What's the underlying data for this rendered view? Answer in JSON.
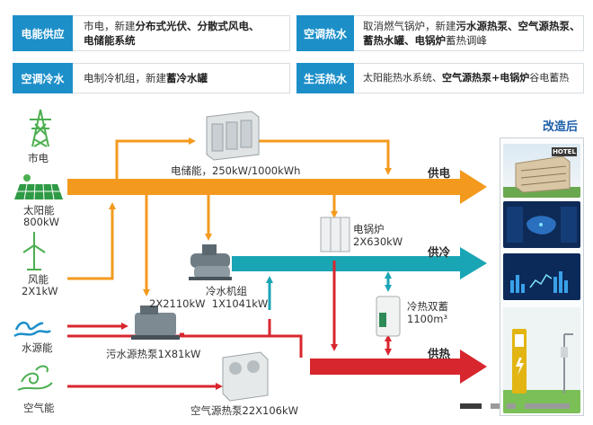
{
  "top_boxes": [
    {
      "tag": "电能供应",
      "parts": [
        {
          "t": "市电，新建",
          "b": false
        },
        {
          "t": "分布式光伏、分散式风电、",
          "b": true
        },
        {
          "t": "电储能系统",
          "b": true
        }
      ]
    },
    {
      "tag": "空调热水",
      "parts": [
        {
          "t": "取消燃气锅炉，新建",
          "b": false
        },
        {
          "t": "污水源热泵、空气源热泵、",
          "b": true
        },
        {
          "t": "蓄热水罐、电锅炉",
          "b": true
        },
        {
          "t": "蓄热调峰",
          "b": false
        }
      ]
    },
    {
      "tag": "空调冷水",
      "parts": [
        {
          "t": "电制冷机组，新建",
          "b": false
        },
        {
          "t": "蓄冷水罐",
          "b": true
        }
      ]
    },
    {
      "tag": "生活热水",
      "parts": [
        {
          "t": "太阳能热水系统、",
          "b": false
        },
        {
          "t": "空气源热泵+电锅炉",
          "b": true
        },
        {
          "t": "谷电蓄热",
          "b": false
        }
      ]
    }
  ],
  "sources": {
    "grid": "市电",
    "solar": "太阳能",
    "solar_cap": "800kW",
    "wind": "风能",
    "wind_cap": "2X1kW",
    "water": "水源能",
    "air": "空气能"
  },
  "equipment": {
    "storage": "电储能，250kW/1000kWh",
    "boiler": "电锅炉",
    "boiler_cap": "2X630kW",
    "chiller": "冷水机组",
    "chiller_cap": "2X2110kW  1X1041kW",
    "sewage_pump": "污水源热泵1X81kW",
    "air_pump": "空气源热泵22X106kW",
    "dual_storage": "冷热双蓄",
    "dual_storage_cap": "1100m³"
  },
  "flows": {
    "power": "供电",
    "cooling": "供冷",
    "heating": "供热"
  },
  "after": {
    "title": "改造后",
    "hotel_sign": "HOTEL"
  },
  "colors": {
    "orange": "#f39a1e",
    "teal": "#1aa5b5",
    "red": "#d8262e",
    "blue": "#1c8fc9",
    "green": "#4caf50"
  }
}
